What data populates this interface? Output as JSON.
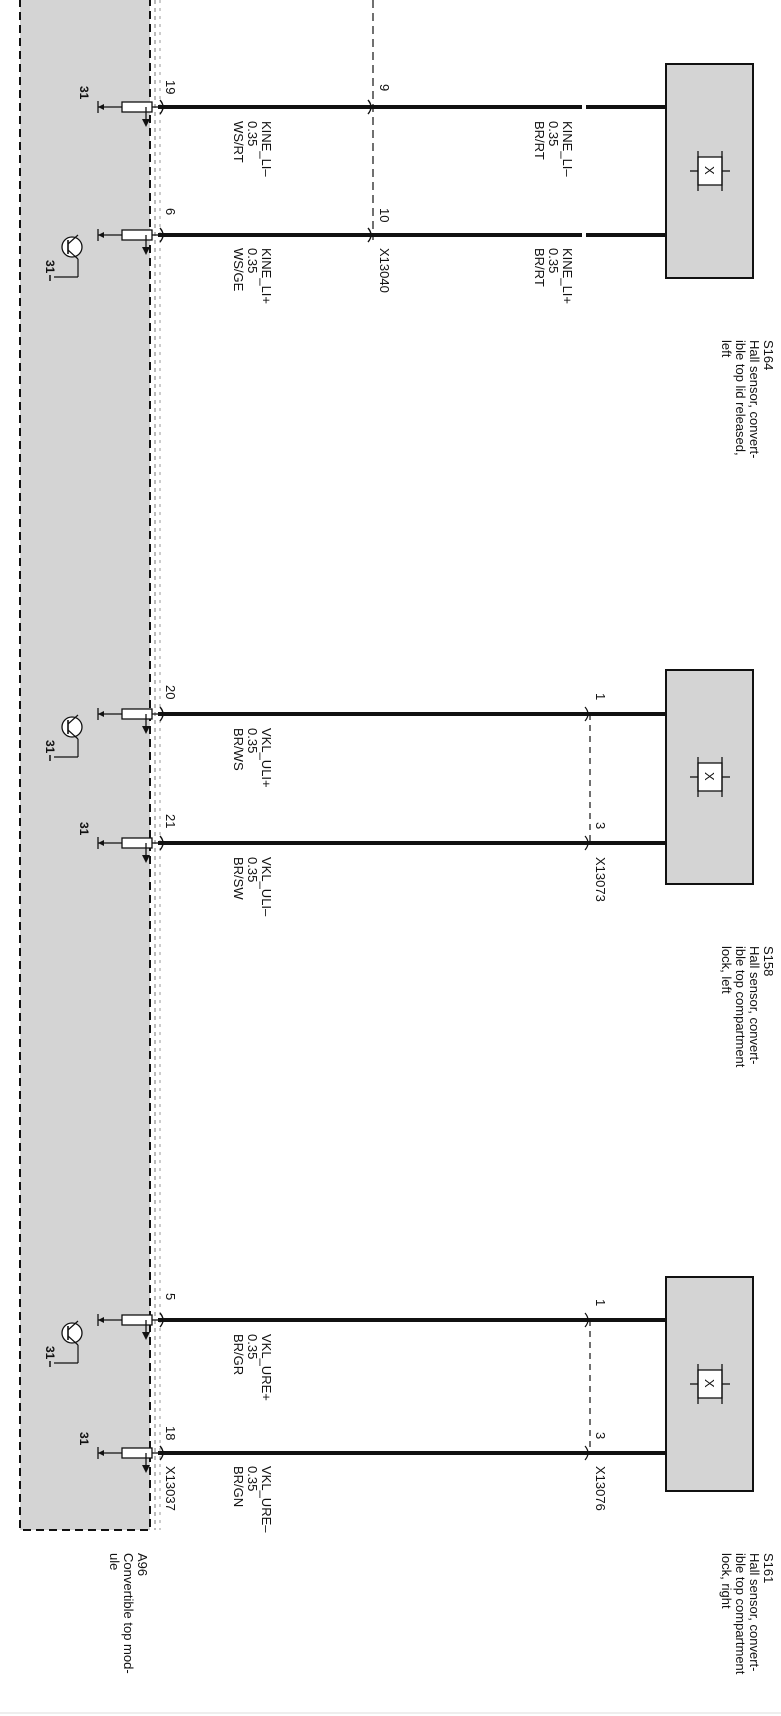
{
  "module": {
    "id": "A96",
    "name_line1": "Convertible top mod-",
    "name_line2": "ule",
    "connector": "X13037",
    "ground_label": "31"
  },
  "mid_connector": {
    "id": "X13040"
  },
  "wire_labels": {
    "kine_li_minus_mod": [
      "KINE_LI–",
      "0.35",
      "WS/RT"
    ],
    "kine_li_minus_sensor": [
      "KINE_LI–",
      "0.35",
      "BR/RT"
    ],
    "kine_li_plus_mod": [
      "KINE_LI+",
      "0.35",
      "WS/GE"
    ],
    "kine_li_plus_sensor": [
      "KINE_LI+",
      "0.35",
      "BR/RT"
    ],
    "vkl_uli_plus": [
      "VKL_ULI+",
      "0.35",
      "BR/WS"
    ],
    "vkl_uli_minus": [
      "VKL_ULI–",
      "0.35",
      "BR/SW"
    ],
    "vkl_ure_plus": [
      "VKL_URE+",
      "0.35",
      "BR/GR"
    ],
    "vkl_ure_minus": [
      "VKL_URE–",
      "0.35",
      "BR/GN"
    ]
  },
  "pins": {
    "mod_19": "19",
    "mod_6": "6",
    "mod_20": "20",
    "mod_21": "21",
    "mod_5": "5",
    "mod_18": "18",
    "mid_9": "9",
    "mid_10": "10",
    "s158_1": "1",
    "s158_3": "3",
    "s161_1": "1",
    "s161_3": "3"
  },
  "sensors": [
    {
      "id": "S164",
      "desc": [
        "Hall sensor, convert-",
        "ible top lid released,",
        "left"
      ]
    },
    {
      "id": "S158",
      "desc": [
        "Hall sensor, convert-",
        "ible top compartment",
        "lock, left"
      ],
      "connector": "X13073"
    },
    {
      "id": "S161",
      "desc": [
        "Hall sensor, convert-",
        "ible top compartment",
        "lock, right"
      ],
      "connector": "X13076"
    }
  ],
  "sensor_symbol": "X",
  "colors": {
    "module_fill": "#d4d4d4",
    "sensor_fill": "#d4d4d4",
    "wire": "#111111"
  }
}
